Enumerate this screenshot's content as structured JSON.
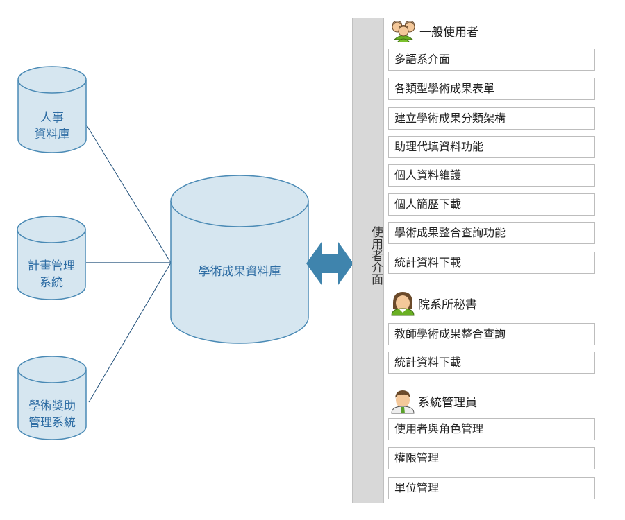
{
  "sources": [
    {
      "label_lines": [
        "人事",
        "資料庫"
      ]
    },
    {
      "label_lines": [
        "計畫管理",
        "系統"
      ]
    },
    {
      "label_lines": [
        "學術獎助",
        "管理系統"
      ]
    }
  ],
  "central_db": {
    "label": "學術成果資料庫"
  },
  "connector": {
    "type": "bidirectional-arrow"
  },
  "ui_bar": {
    "label": "使用者介面"
  },
  "groups": [
    {
      "title": "一般使用者",
      "icon": "users-group-icon",
      "items": [
        "多語系介面",
        "各類型學術成果表單",
        "建立學術成果分類架構",
        "助理代填資料功能",
        "個人資料維護",
        "個人簡歷下載",
        "學術成果整合查詢功能",
        "統計資料下載"
      ]
    },
    {
      "title": "院系所秘書",
      "icon": "secretary-icon",
      "items": [
        "教師學術成果整合查詢",
        "統計資料下載"
      ]
    },
    {
      "title": "系統管理員",
      "icon": "admin-icon",
      "items": [
        "使用者與角色管理",
        "權限管理",
        "單位管理"
      ]
    }
  ],
  "colors": {
    "cylinder_fill": "#d6e6f0",
    "cylinder_stroke": "#4a8ab5",
    "text_blue": "#2e6da4",
    "arrow": "#3f84ad",
    "line": "#1f4e79"
  }
}
